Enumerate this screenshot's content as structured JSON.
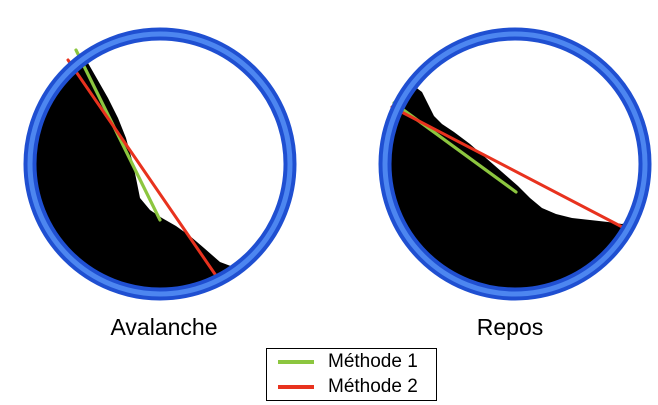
{
  "panels": [
    {
      "caption": "Avalanche"
    },
    {
      "caption": "Repos"
    }
  ],
  "legend": {
    "items": [
      {
        "label": "Méthode 1",
        "color": "#8cc63f"
      },
      {
        "label": "Méthode 2",
        "color": "#e8321e"
      }
    ]
  },
  "colors": {
    "ring": "#1f4fd1",
    "ring_highlight": "#4d86f0",
    "material": "#000000",
    "background": "#ffffff"
  }
}
